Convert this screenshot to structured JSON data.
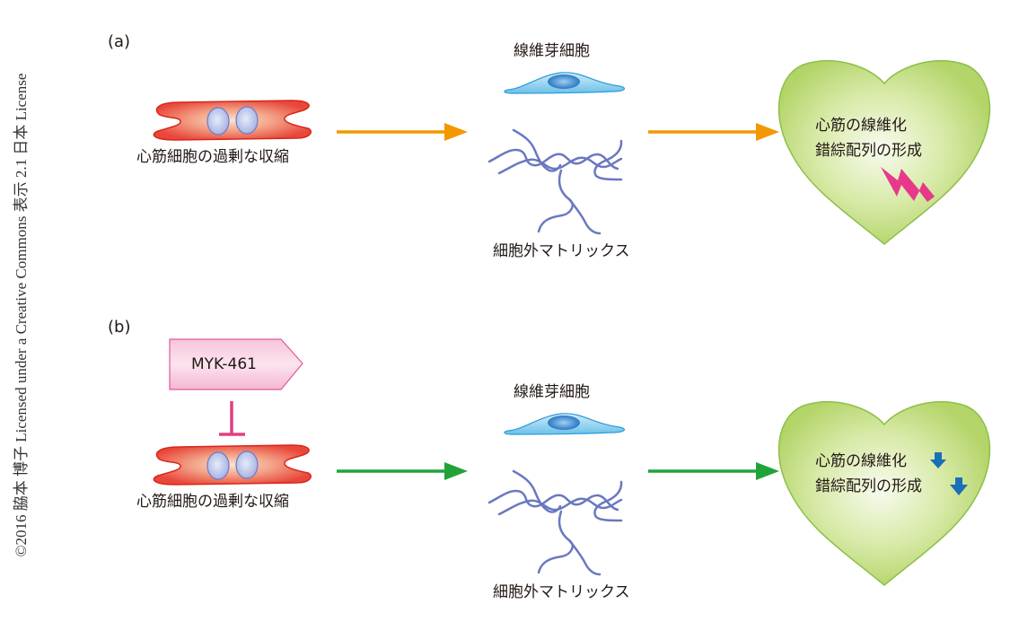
{
  "credit": "©2016 脇本 博子 Licensed under a Creative Commons 表示 2.1 日本 License",
  "colors": {
    "cardiomyocyte_fill": "#e8473a",
    "cardiomyocyte_center": "#f8d6c4",
    "nucleus": "#a9b5e3",
    "fibroblast": "#6fc1ea",
    "fibroblast_nucleus": "#1f6fbf",
    "ecm_fiber": "#6a78c0",
    "arrow_a": "#f39800",
    "arrow_b": "#22a33a",
    "heart_fill": "#b5d56a",
    "heart_center": "#f5f9e6",
    "lightning": "#e8388a",
    "drug_box": "#f09cc4",
    "inhibit": "#e0407f",
    "down_arrow": "#1a6fb8"
  },
  "panels": [
    {
      "label": "(a)",
      "cardiomyocyte_caption": "心筋細胞の過剰な収縮",
      "fibroblast_caption": "線維芽細胞",
      "ecm_caption": "細胞外マトリックス",
      "heart_lines": [
        "心筋の線維化",
        "錯綜配列の形成"
      ],
      "heart_icon": "lightning-icon",
      "arrow_color": "orange"
    },
    {
      "label": "(b)",
      "drug": "MYK-461",
      "cardiomyocyte_caption": "心筋細胞の過剰な収縮",
      "fibroblast_caption": "線維芽細胞",
      "ecm_caption": "細胞外マトリックス",
      "heart_lines": [
        "心筋の線維化",
        "錯綜配列の形成"
      ],
      "heart_icon": "down-arrow-icon",
      "arrow_color": "green"
    }
  ]
}
